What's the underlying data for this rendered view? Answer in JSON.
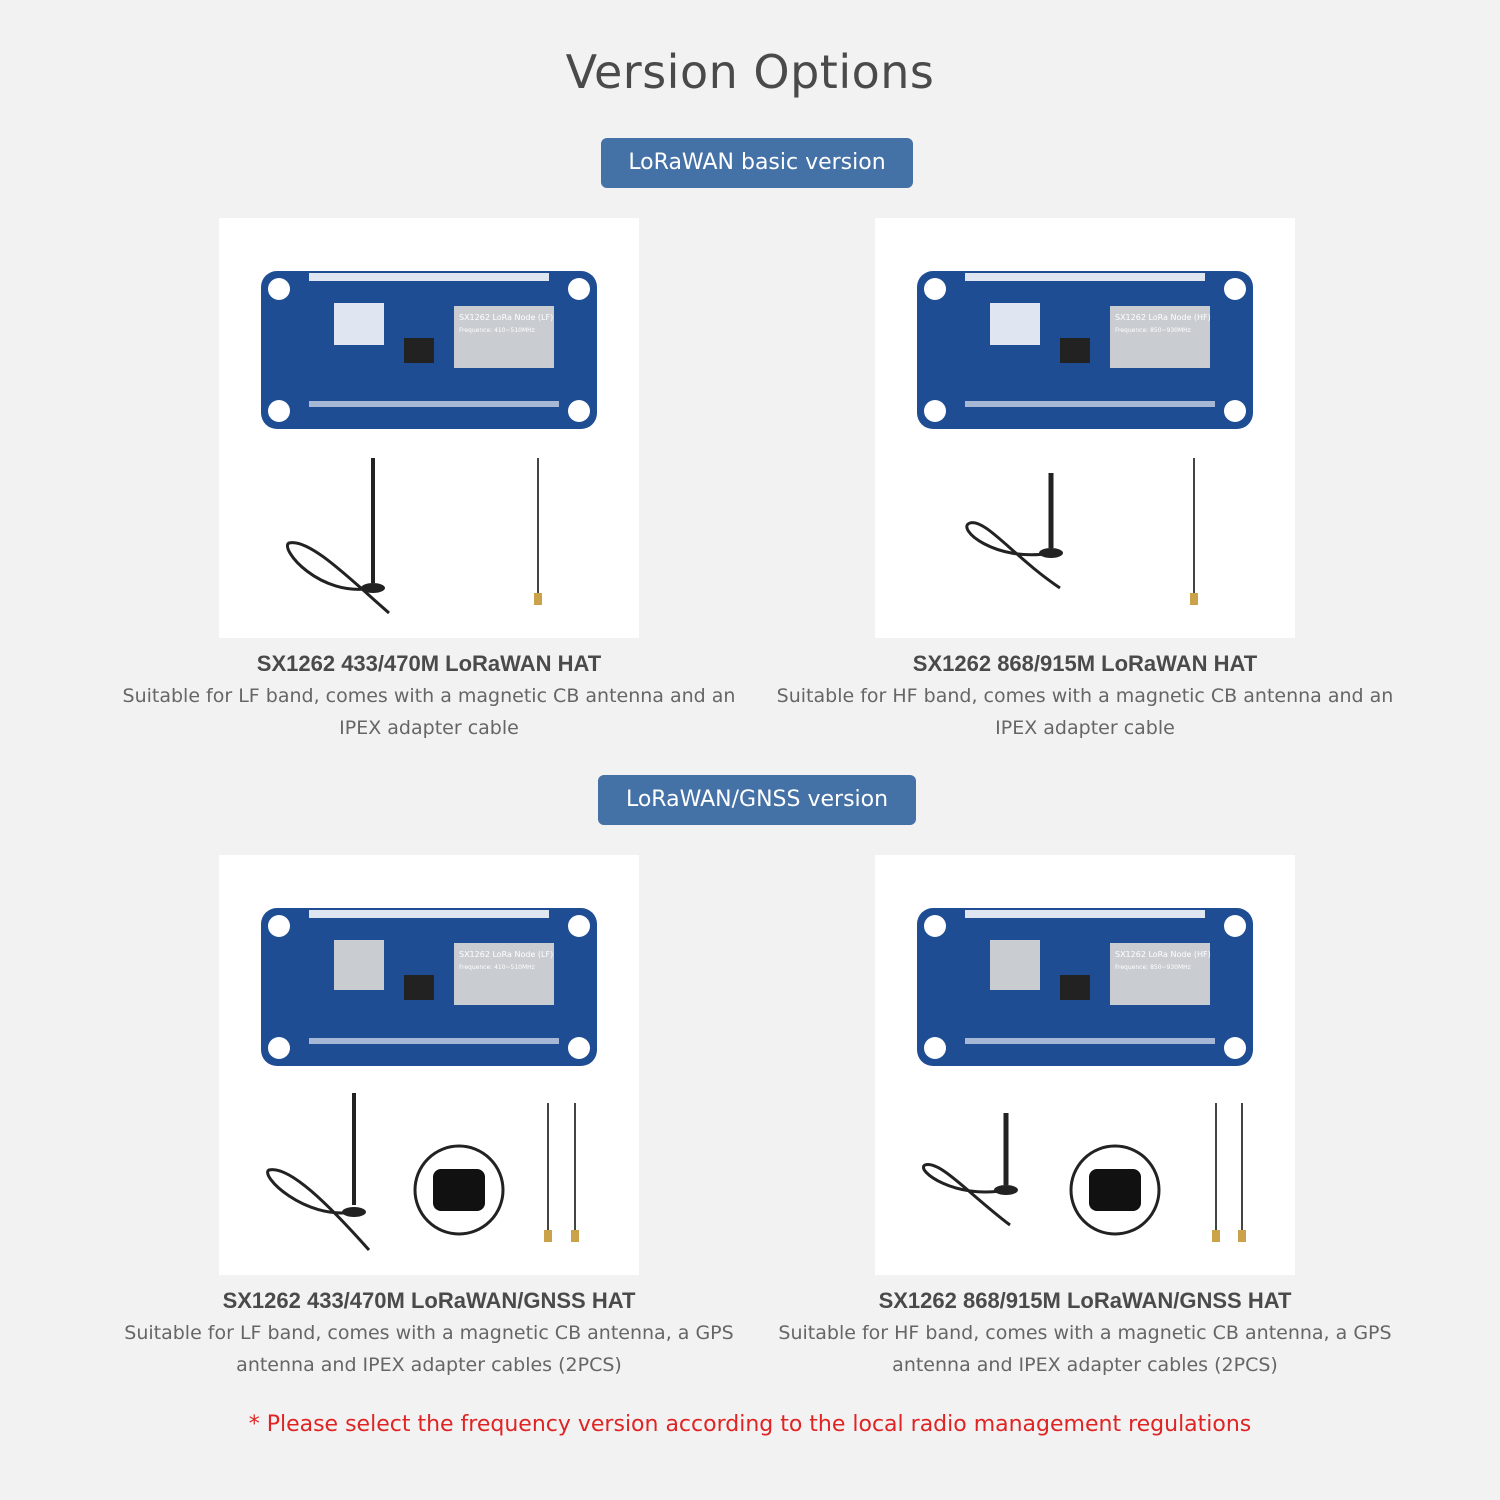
{
  "page": {
    "title": "Version Options",
    "note": "* Please select the frequency version according to the local radio management regulations"
  },
  "sections": [
    {
      "label": "LoRaWAN basic version"
    },
    {
      "label": "LoRaWAN/GNSS version"
    }
  ],
  "products": [
    {
      "name": "SX1262 433/470M LoRaWAN HAT",
      "description": "Suitable for LF band, comes with a magnetic CB antenna and an IPEX adapter cable",
      "module_label": "SX1262 LoRa Node (LF)",
      "module_spec": "Frequence: 410~510MHz"
    },
    {
      "name": "SX1262 868/915M LoRaWAN HAT",
      "description": "Suitable for HF band, comes with a magnetic CB antenna and an IPEX adapter cable",
      "module_label": "SX1262 LoRa Node (HF)",
      "module_spec": "Frequence: 850~930MHz"
    },
    {
      "name": "SX1262 433/470M LoRaWAN/GNSS HAT",
      "description": "Suitable for LF band, comes with a magnetic CB antenna, a GPS antenna and IPEX adapter cables (2PCS)",
      "module_label": "SX1262 LoRa Node (LF)",
      "module_spec": "Frequence: 410~510MHz"
    },
    {
      "name": "SX1262 868/915M LoRaWAN/GNSS HAT",
      "description": "Suitable for HF band, comes with a magnetic CB antenna, a GPS antenna and IPEX adapter cables (2PCS)",
      "module_label": "SX1262 LoRa Node (HF)",
      "module_spec": "Frequence: 850~930MHz"
    }
  ],
  "colors": {
    "background": "#f2f2f2",
    "pill": "#4471a6",
    "pcb": "#1f4d94",
    "note": "#e02424"
  }
}
